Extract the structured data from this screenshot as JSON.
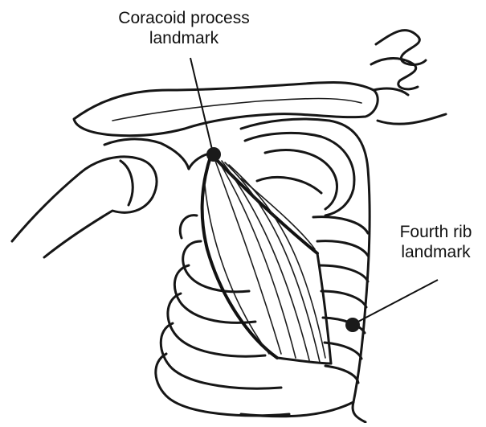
{
  "diagram": {
    "labels": {
      "coracoid": {
        "line1": "Coracoid process",
        "line2": "landmark"
      },
      "fourth_rib": {
        "line1": "Fourth rib",
        "line2": "landmark"
      }
    },
    "colors": {
      "ink": "#161616",
      "background": "#ffffff",
      "marker": "#1a1a1a"
    }
  }
}
